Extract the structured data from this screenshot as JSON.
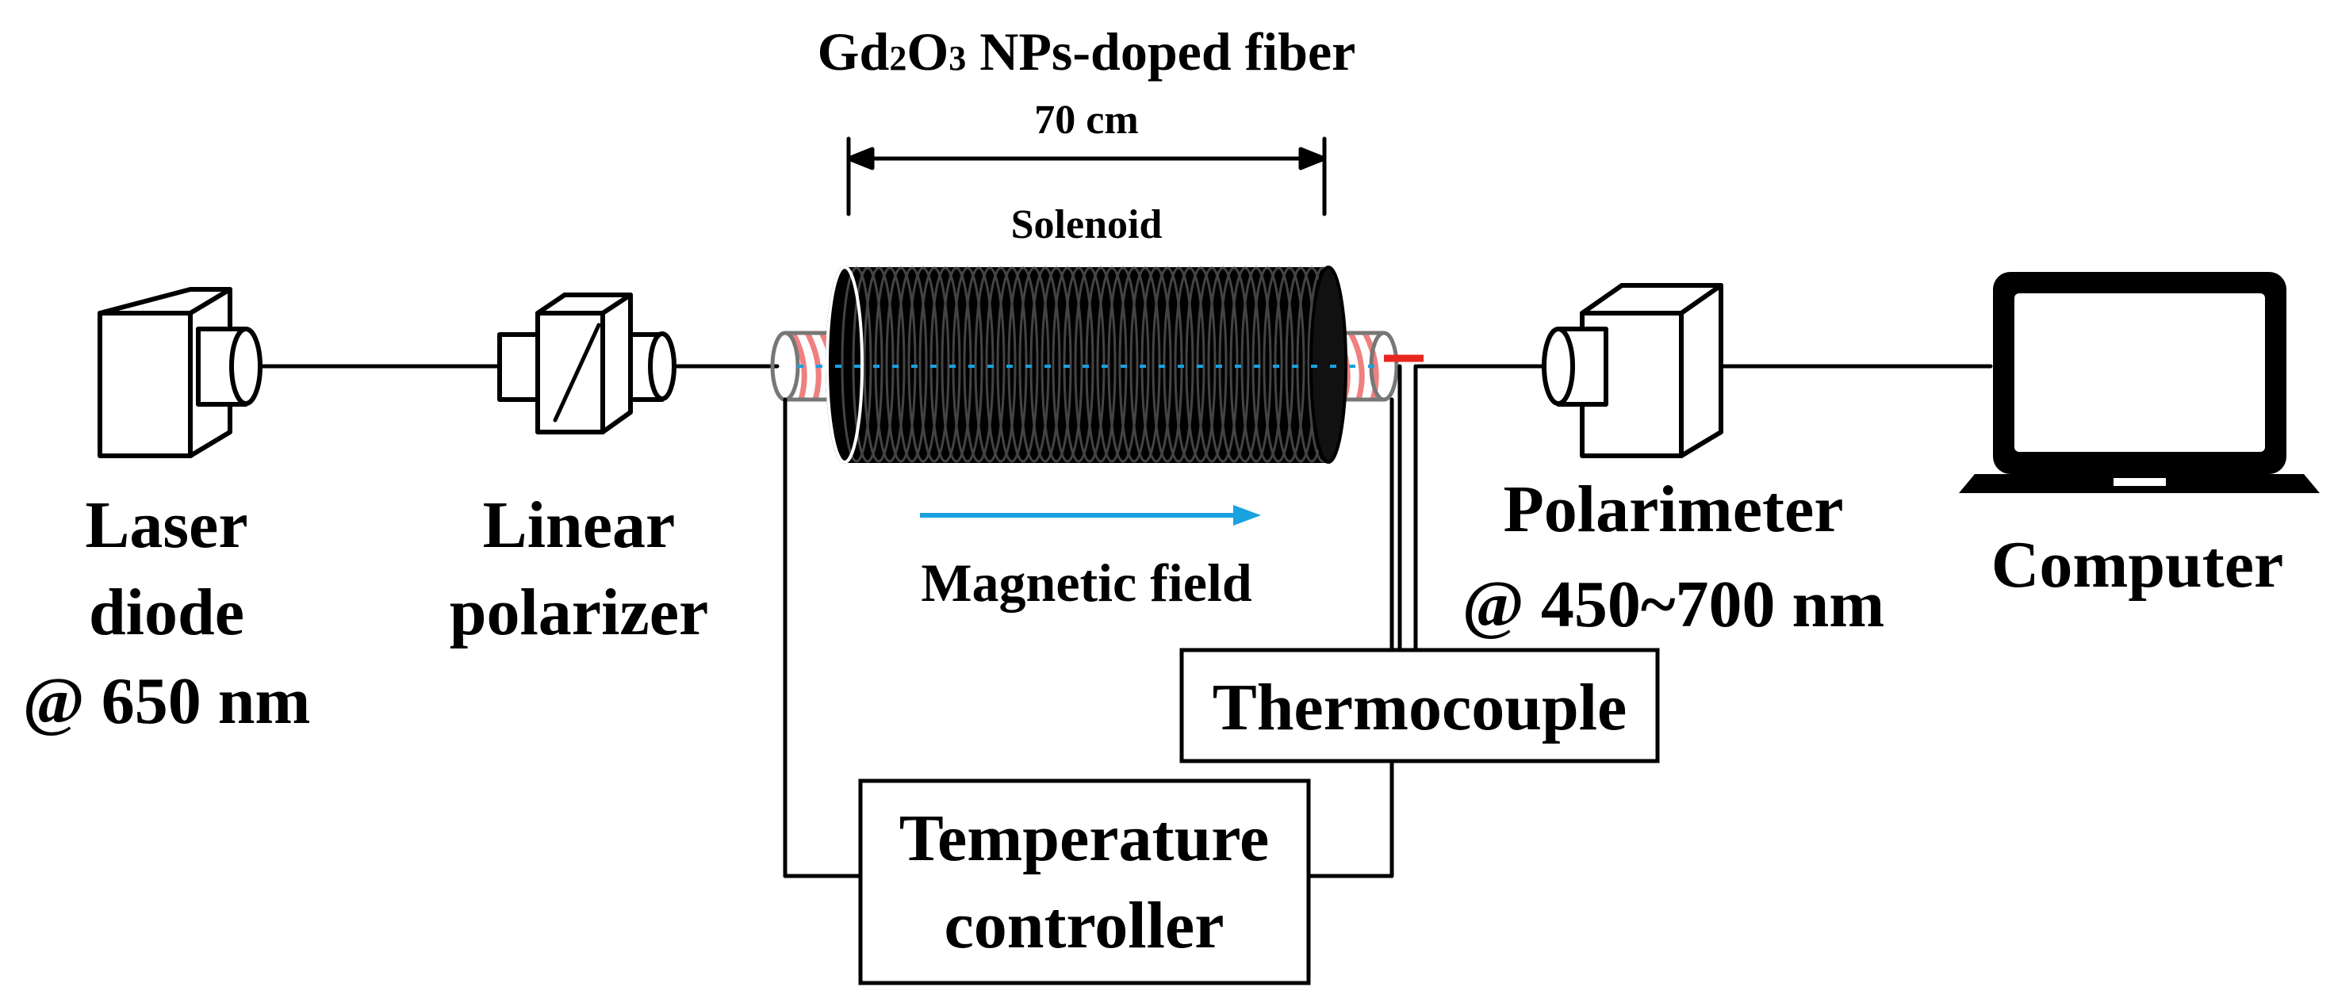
{
  "fiber": {
    "title_pre": "Gd",
    "title_sub1": "2",
    "title_mid": "O",
    "title_sub2": "3",
    "title_post": " NPs-doped fiber",
    "length": "70 cm"
  },
  "solenoid": {
    "label": "Solenoid"
  },
  "magnetic_field": {
    "label": "Magnetic field",
    "arrow_color": "#1aa1e0"
  },
  "laser": {
    "line1": "Laser",
    "line2": "diode",
    "line3": "@ 650 nm"
  },
  "polarizer": {
    "line1": "Linear",
    "line2": "polarizer"
  },
  "polarimeter": {
    "line1": "Polarimeter",
    "line2": "@ 450~700 nm"
  },
  "computer": {
    "label": "Computer"
  },
  "thermocouple": {
    "label": "Thermocouple"
  },
  "temperature_controller": {
    "line1": "Temperature",
    "line2": "controller"
  },
  "colors": {
    "heater_coil": "#f08080",
    "fiber_output": "#e8251f",
    "fiber_core": "#1aa1e0"
  }
}
